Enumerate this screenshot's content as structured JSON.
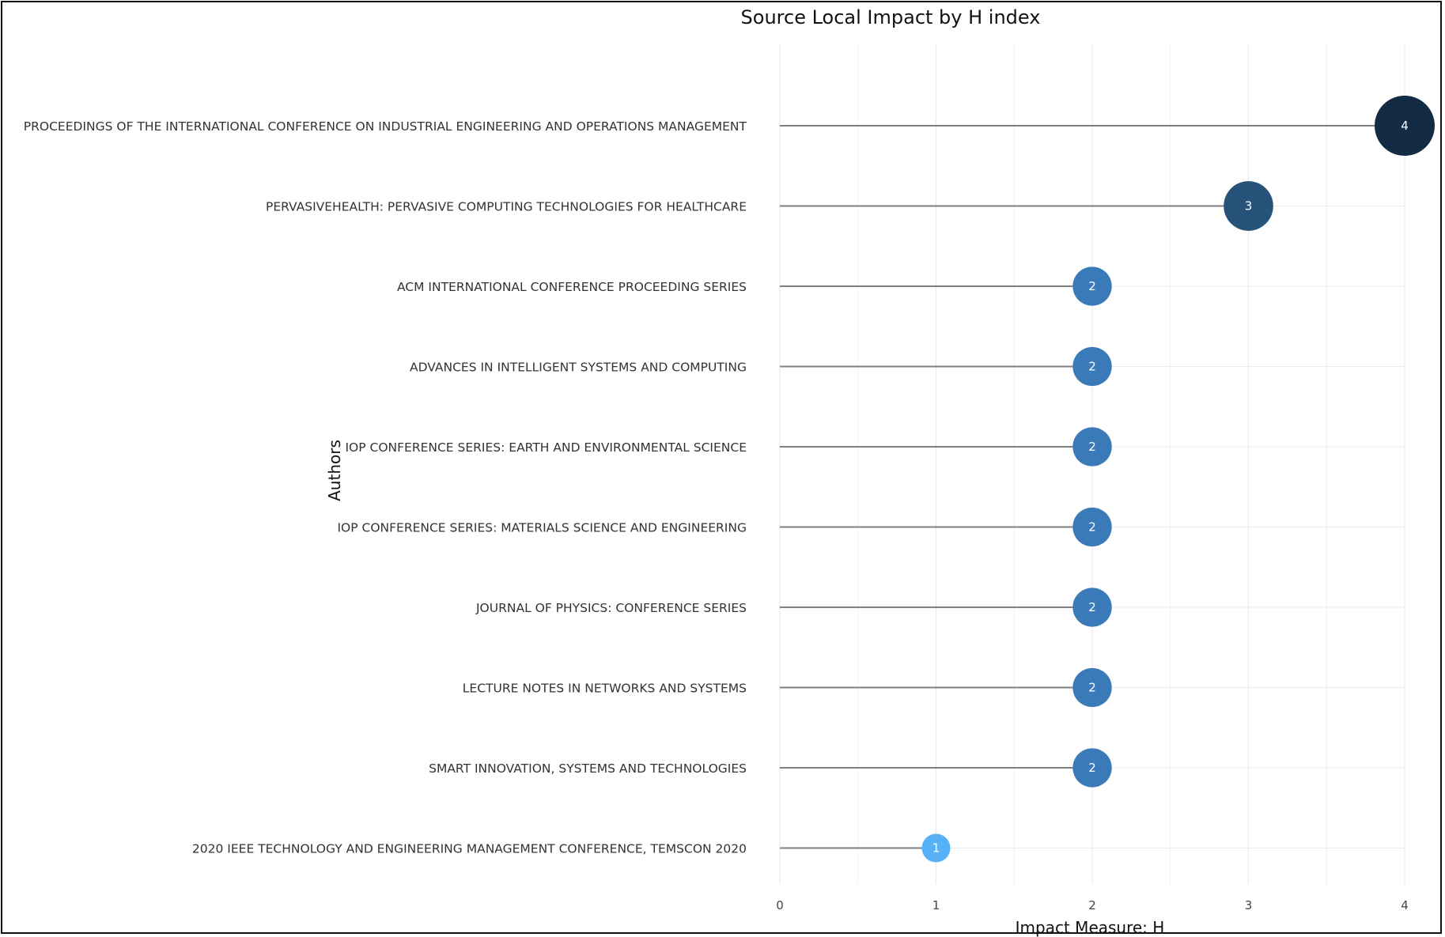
{
  "chart_data": {
    "type": "scatter",
    "subtype": "lollipop",
    "title": "Source Local Impact by H index",
    "xlabel": "Impact Measure: H",
    "ylabel": "Authors",
    "xlim": [
      0,
      4
    ],
    "xticks": [
      0,
      1,
      2,
      3,
      4
    ],
    "grid": true,
    "legend": "none",
    "categories": [
      "PROCEEDINGS OF THE INTERNATIONAL CONFERENCE ON INDUSTRIAL ENGINEERING AND OPERATIONS MANAGEMENT",
      "PERVASIVEHEALTH: PERVASIVE COMPUTING TECHNOLOGIES FOR HEALTHCARE",
      "ACM INTERNATIONAL CONFERENCE PROCEEDING SERIES",
      "ADVANCES IN INTELLIGENT SYSTEMS AND COMPUTING",
      "IOP CONFERENCE SERIES: EARTH AND ENVIRONMENTAL SCIENCE",
      "IOP CONFERENCE SERIES: MATERIALS SCIENCE AND ENGINEERING",
      "JOURNAL OF PHYSICS: CONFERENCE SERIES",
      "LECTURE NOTES IN NETWORKS AND SYSTEMS",
      "SMART INNOVATION, SYSTEMS AND TECHNOLOGIES",
      "2020 IEEE TECHNOLOGY AND ENGINEERING MANAGEMENT CONFERENCE, TEMSCON 2020"
    ],
    "values": [
      4,
      3,
      2,
      2,
      2,
      2,
      2,
      2,
      2,
      1
    ],
    "colors": {
      "4": "#132b43",
      "3": "#27537a",
      "2": "#3a7ab8",
      "1": "#56b1f7",
      "stem": "#7f7f7f",
      "grid": "#ebebeb"
    }
  }
}
